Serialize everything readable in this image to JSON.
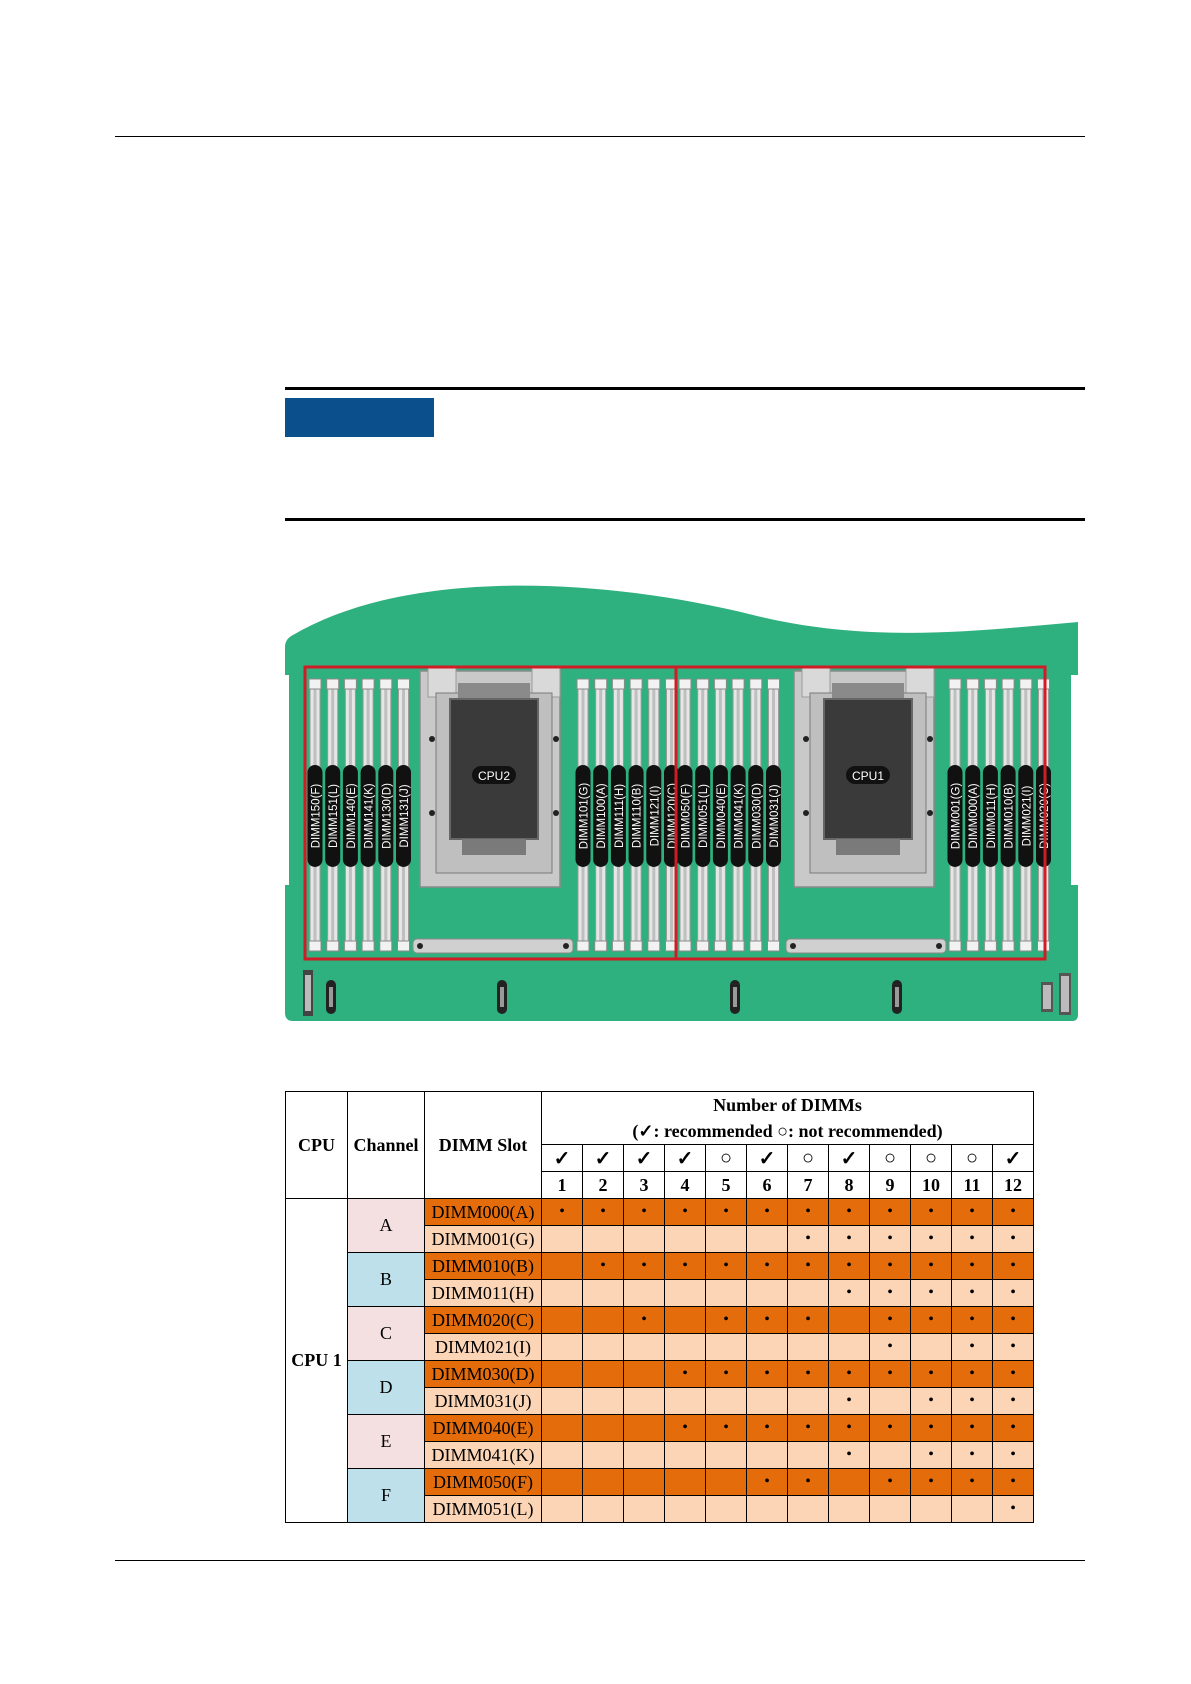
{
  "figure": {
    "cpus": [
      {
        "label": "CPU2",
        "slot_groups": [
          [
            "DIMM150(F)",
            "DIMM151(L)",
            "DIMM140(E)",
            "DIMM141(K)",
            "DIMM130(D)",
            "DIMM131(J)"
          ],
          [
            "DIMM101(G)",
            "DIMM100(A)",
            "DIMM111(H)",
            "DIMM110(B)",
            "DIMM121(I)",
            "DIMM120(C)"
          ]
        ]
      },
      {
        "label": "CPU1",
        "slot_groups": [
          [
            "DIMM050(F)",
            "DIMM051(L)",
            "DIMM040(E)",
            "DIMM041(K)",
            "DIMM030(D)",
            "DIMM031(J)"
          ],
          [
            "DIMM001(G)",
            "DIMM000(A)",
            "DIMM011(H)",
            "DIMM010(B)",
            "DIMM021(I)",
            "DIMM020(C)"
          ]
        ]
      }
    ]
  },
  "table": {
    "headers": {
      "cpu": "CPU",
      "channel": "Channel",
      "slot": "DIMM Slot",
      "number": "Number of DIMMs",
      "legend": "(✓: recommended   ○: not recommended)"
    },
    "marks": [
      "✓",
      "✓",
      "✓",
      "✓",
      "○",
      "✓",
      "○",
      "✓",
      "○",
      "○",
      "○",
      "✓"
    ],
    "counts": [
      "1",
      "2",
      "3",
      "4",
      "5",
      "6",
      "7",
      "8",
      "9",
      "10",
      "11",
      "12"
    ],
    "cpu": "CPU 1",
    "channels": [
      {
        "name": "A",
        "slots": [
          {
            "slot": "DIMM000(A)",
            "cells": [
              "•",
              "•",
              "•",
              "•",
              "•",
              "•",
              "•",
              "•",
              "•",
              "•",
              "•",
              "•"
            ]
          },
          {
            "slot": "DIMM001(G)",
            "cells": [
              "",
              "",
              "",
              "",
              "",
              "",
              "•",
              "•",
              "•",
              "•",
              "•",
              "•"
            ]
          }
        ]
      },
      {
        "name": "B",
        "slots": [
          {
            "slot": "DIMM010(B)",
            "cells": [
              "",
              "•",
              "•",
              "•",
              "•",
              "•",
              "•",
              "•",
              "•",
              "•",
              "•",
              "•"
            ]
          },
          {
            "slot": "DIMM011(H)",
            "cells": [
              "",
              "",
              "",
              "",
              "",
              "",
              "",
              "•",
              "•",
              "•",
              "•",
              "•"
            ]
          }
        ]
      },
      {
        "name": "C",
        "slots": [
          {
            "slot": "DIMM020(C)",
            "cells": [
              "",
              "",
              "•",
              "",
              "•",
              "•",
              "•",
              "",
              "•",
              "•",
              "•",
              "•"
            ]
          },
          {
            "slot": "DIMM021(I)",
            "cells": [
              "",
              "",
              "",
              "",
              "",
              "",
              "",
              "",
              "•",
              "",
              "•",
              "•"
            ]
          }
        ]
      },
      {
        "name": "D",
        "slots": [
          {
            "slot": "DIMM030(D)",
            "cells": [
              "",
              "",
              "",
              "•",
              "•",
              "•",
              "•",
              "•",
              "•",
              "•",
              "•",
              "•"
            ]
          },
          {
            "slot": "DIMM031(J)",
            "cells": [
              "",
              "",
              "",
              "",
              "",
              "",
              "",
              "•",
              "",
              "•",
              "•",
              "•"
            ]
          }
        ]
      },
      {
        "name": "E",
        "slots": [
          {
            "slot": "DIMM040(E)",
            "cells": [
              "",
              "",
              "",
              "•",
              "•",
              "•",
              "•",
              "•",
              "•",
              "•",
              "•",
              "•"
            ]
          },
          {
            "slot": "DIMM041(K)",
            "cells": [
              "",
              "",
              "",
              "",
              "",
              "",
              "",
              "•",
              "",
              "•",
              "•",
              "•"
            ]
          }
        ]
      },
      {
        "name": "F",
        "slots": [
          {
            "slot": "DIMM050(F)",
            "cells": [
              "",
              "",
              "",
              "",
              "",
              "•",
              "•",
              "",
              "•",
              "•",
              "•",
              "•"
            ]
          },
          {
            "slot": "DIMM051(L)",
            "cells": [
              "",
              "",
              "",
              "",
              "",
              "",
              "",
              "",
              "",
              "",
              "",
              "•"
            ]
          }
        ]
      }
    ]
  },
  "colors": {
    "board": "#2fb07f",
    "frame": "#d01d25",
    "note_tag": "#0b4f8c",
    "row_dark": "#e46c0a",
    "row_light": "#fbd5b5",
    "channel_pink": "#f5e0e1",
    "channel_blue": "#bde0ea"
  }
}
